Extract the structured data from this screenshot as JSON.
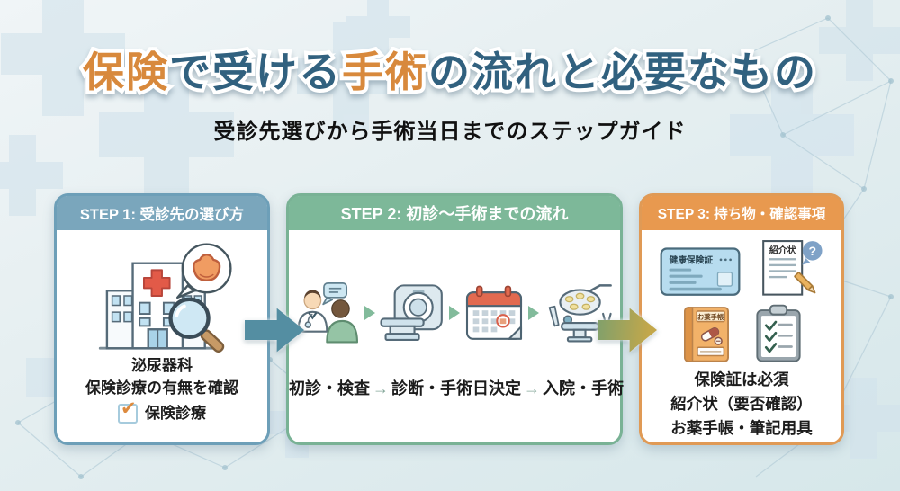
{
  "title": {
    "part1": "保険",
    "part2": "で受ける",
    "part3": "手術",
    "part4": "の流れと必要なもの",
    "subtitle": "受診先選びから手術当日までのステップガイド",
    "accent_color": "#d8893c",
    "text_color": "#31617f"
  },
  "steps": [
    {
      "header": "STEP 1: 受診先の選び方",
      "color": "#7aa6bc",
      "icon": "hospital-search-bladder-icon",
      "line1": "泌尿器科",
      "line2": "保険診療の有無を確認",
      "checkbox_label": "保険診療"
    },
    {
      "header": "STEP 2: 初診〜手術までの流れ",
      "color": "#7db899",
      "icons": [
        "doctor-consultation-icon",
        "ct-scanner-icon",
        "calendar-icon",
        "operating-room-icon"
      ],
      "flow1": "初診・検査",
      "flow2": "診断・手術日決定",
      "flow3": "入院・手術",
      "arrow": "→"
    },
    {
      "header": "STEP 3: 持ち物・確認事項",
      "color": "#e8994f",
      "icon_labels": {
        "insurance_card": "健康保険証",
        "referral_letter": "紹介状",
        "medicine_notebook": "お薬手帳",
        "question_mark": "?"
      },
      "line1": "保険証は必須",
      "line2": "紹介状（要否確認）",
      "line3": "お薬手帳・筆記用具"
    }
  ],
  "connectors": {
    "arrow1_color": "#548ea2",
    "arrow2_gradient": [
      "#7fa06c",
      "#c3a74a"
    ]
  }
}
